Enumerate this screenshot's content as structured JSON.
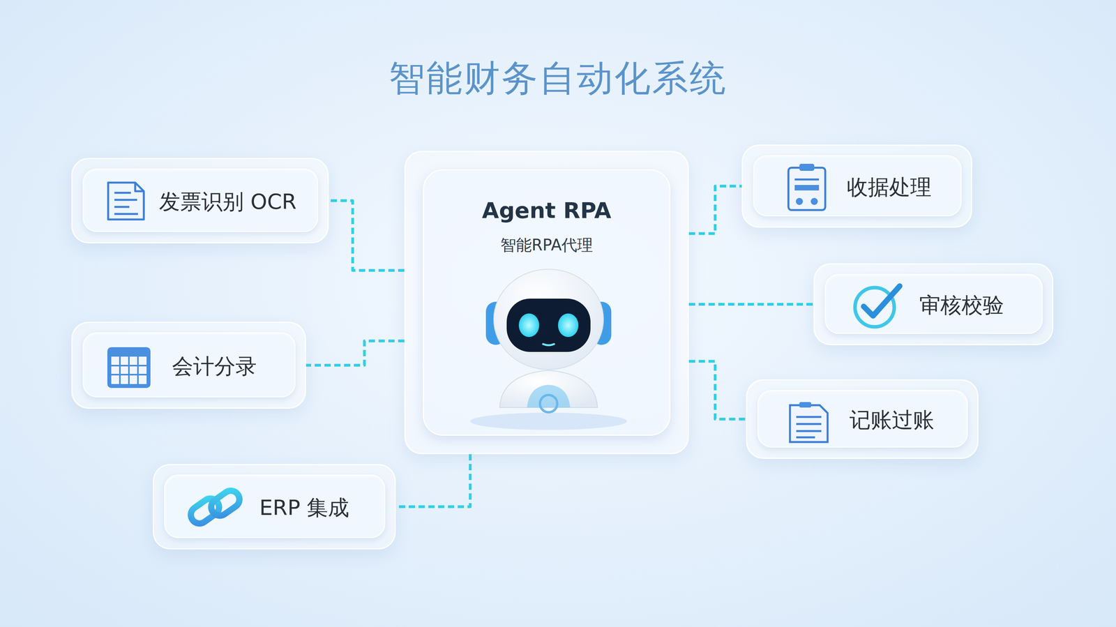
{
  "diagram": {
    "title": "智能财务自动化系统",
    "nodes": [
      {
        "text": [
          "Agent RPA",
          "智能RPA代理"
        ]
      },
      {
        "text": [
          "发票识别 OCR"
        ]
      },
      {
        "text": [
          "会计分录"
        ]
      },
      {
        "text": [
          "ERP 集成"
        ]
      },
      {
        "text": [
          "收据处理"
        ]
      },
      {
        "text": [
          "审核校验"
        ]
      },
      {
        "text": [
          "记账过账"
        ]
      }
    ],
    "edges": [
      {
        "from": 0,
        "to": 1,
        "arrow": "none"
      },
      {
        "from": 0,
        "to": 2,
        "arrow": "none"
      },
      {
        "from": 0,
        "to": 3,
        "arrow": "none"
      },
      {
        "from": 0,
        "to": 4,
        "arrow": "none"
      },
      {
        "from": 0,
        "to": 5,
        "arrow": "none"
      },
      {
        "from": 0,
        "to": 6,
        "arrow": "none"
      }
    ]
  }
}
